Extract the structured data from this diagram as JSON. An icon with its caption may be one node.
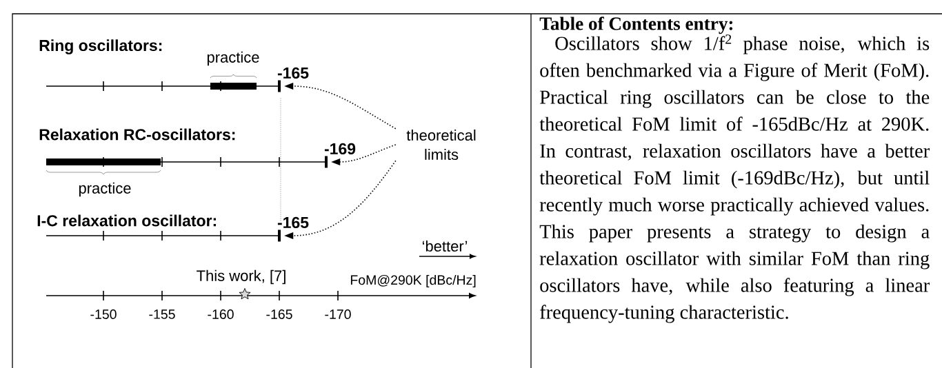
{
  "diagram": {
    "nodes": [
      {
        "text": [
          "theoretical limits"
        ]
      },
      {
        "text": [],
        "shape": "bar",
        "beside": [
          "-165"
        ]
      },
      {
        "text": [],
        "shape": "bar",
        "beside": [
          "-169"
        ]
      },
      {
        "text": [],
        "shape": "bar",
        "beside": [
          "-165"
        ]
      }
    ],
    "edges": [
      {
        "from": 0,
        "to": 1,
        "arrow": "to"
      },
      {
        "from": 0,
        "to": 2,
        "arrow": "to"
      },
      {
        "from": 0,
        "to": 3,
        "arrow": "to"
      }
    ],
    "labels": [
      "Ring oscillators:",
      "practice",
      "Relaxation RC-oscillators:",
      "practice",
      "I-C relaxation oscillator:",
      "‘better’",
      "This work, [7]",
      "FoM@290K [dBc/Hz]",
      "-150",
      "-155",
      "-160",
      "-165",
      "-170",
      "Table of Contents entry:",
      "Oscillators show 1/f$^{2}$ phase noise, which is often benchmarked via a Figure of Merit (FoM). Practical ring oscillators can be close to the theoretical FoM limit of -165dBc/Hz at 290K. In contrast, relaxation oscillators have a better theoretical FoM limit (-169dBc/Hz), but until recently much worse practically achieved values. This paper presents a strategy to design a relaxation oscillator with similar FoM than ring oscillators have, while also featuring a linear frequency-tuning characteristic."
    ]
  }
}
